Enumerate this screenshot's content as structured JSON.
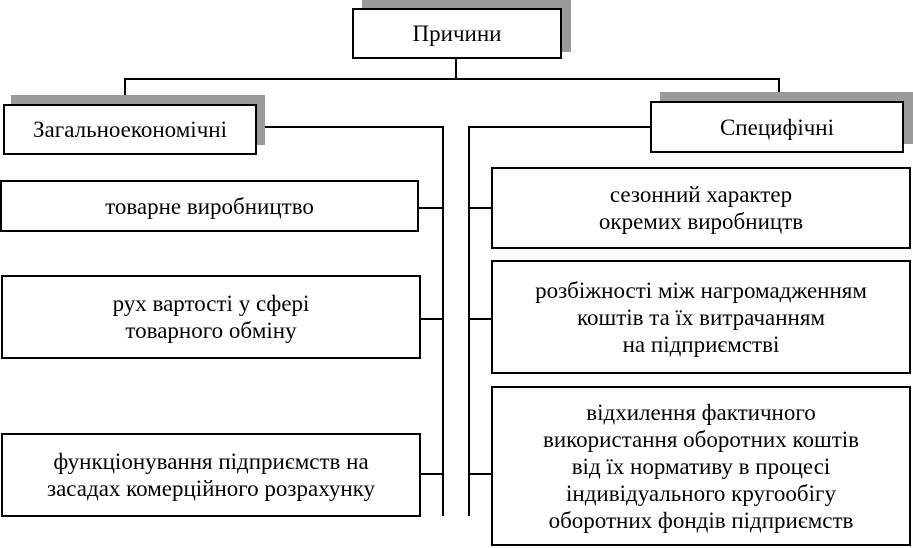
{
  "root": {
    "label": "Причини"
  },
  "left": {
    "title": "Загальноекономічні",
    "items": [
      "товарне виробництво",
      "рух вартості у сфері\nтоварного обміну",
      "функціонування підприємств на\nзасадах комерційного розрахунку"
    ]
  },
  "right": {
    "title": "Специфічні",
    "items": [
      "сезонний характер\nокремих виробництв",
      "розбіжності між нагромадженням\nкоштів та їх витрачанням\nна підприємстві",
      "відхилення фактичного\nвикористання оборотних коштів\nвід їх нормативу в процесі\nіндивідуального кругообігу\nоборотних фондів підприємств"
    ]
  }
}
